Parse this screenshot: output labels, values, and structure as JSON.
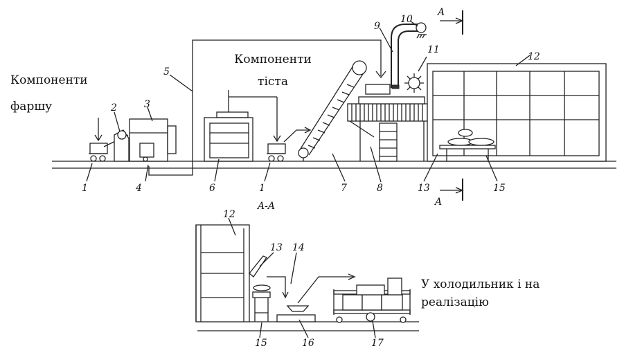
{
  "labels": {
    "filling_components": "Компоненти фаршу",
    "dough_components": "Компоненти тіста",
    "destination": "У холодильник і на реалізацію",
    "section_title": "A-A",
    "section_mark": "A"
  },
  "numbers": {
    "n1a": "1",
    "n2": "2",
    "n3": "3",
    "n4": "4",
    "n5": "5",
    "n6": "6",
    "n1b": "1",
    "n7": "7",
    "n8": "8",
    "n9": "9",
    "n10": "10",
    "n11": "11",
    "n12": "12",
    "n13": "13",
    "n15": "15",
    "s12": "12",
    "s13": "13",
    "s14": "14",
    "s15": "15",
    "s16": "16",
    "s17": "17"
  }
}
